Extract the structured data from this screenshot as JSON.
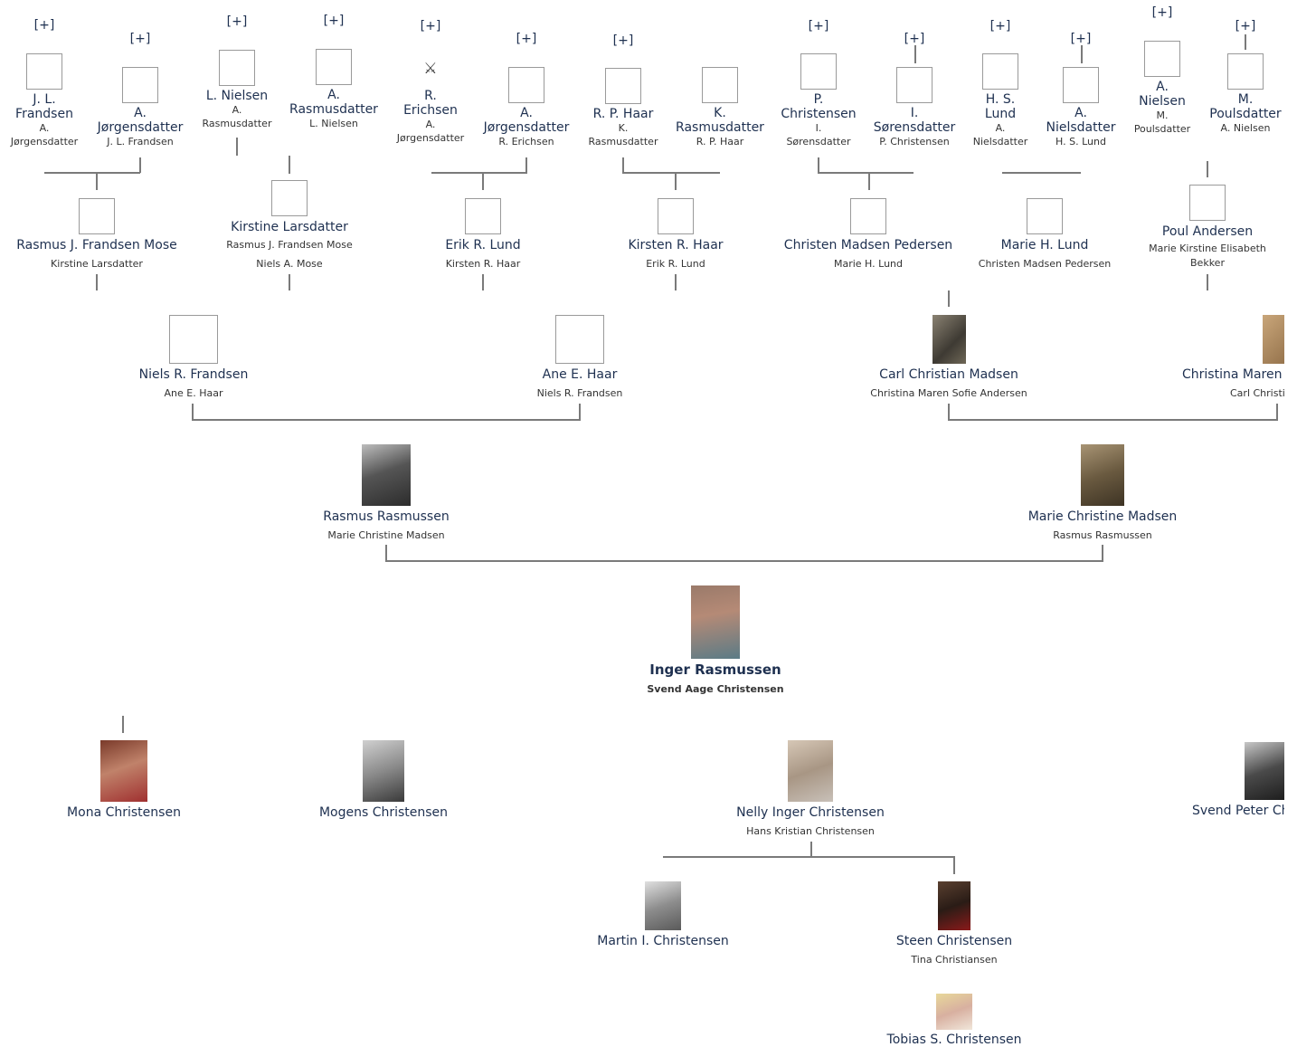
{
  "expand_label": "[+]",
  "gen5": [
    {
      "id": "g5_1",
      "name": [
        "J. L.",
        "Frandsen"
      ],
      "spouse": [
        "A.",
        "Jørgensdatter"
      ]
    },
    {
      "id": "g5_2",
      "name": [
        "A.",
        "Jørgensdatter"
      ],
      "spouse": [
        "J. L. Frandsen"
      ]
    },
    {
      "id": "g5_3",
      "name": [
        "L. Nielsen"
      ],
      "spouse": [
        "A.",
        "Rasmusdatter"
      ]
    },
    {
      "id": "g5_4",
      "name": [
        "A.",
        "Rasmusdatter"
      ],
      "spouse": [
        "L. Nielsen"
      ]
    },
    {
      "id": "g5_5",
      "name": [
        "R.",
        "Erichsen"
      ],
      "spouse": [
        "A.",
        "Jørgensdatter"
      ]
    },
    {
      "id": "g5_6",
      "name": [
        "A.",
        "Jørgensdatter"
      ],
      "spouse": [
        "R. Erichsen"
      ]
    },
    {
      "id": "g5_7",
      "name": [
        "R. P. Haar"
      ],
      "spouse": [
        "K.",
        "Rasmusdatter"
      ]
    },
    {
      "id": "g5_8",
      "name": [
        "K.",
        "Rasmusdatter"
      ],
      "spouse": [
        "R. P. Haar"
      ]
    },
    {
      "id": "g5_9",
      "name": [
        "P.",
        "Christensen"
      ],
      "spouse": [
        "I.",
        "Sørensdatter"
      ]
    },
    {
      "id": "g5_10",
      "name": [
        "I.",
        "Sørensdatter"
      ],
      "spouse": [
        "P. Christensen"
      ]
    },
    {
      "id": "g5_11",
      "name": [
        "H. S.",
        "Lund"
      ],
      "spouse": [
        "A.",
        "Nielsdatter"
      ]
    },
    {
      "id": "g5_12",
      "name": [
        "A.",
        "Nielsdatter"
      ],
      "spouse": [
        "H. S. Lund"
      ]
    },
    {
      "id": "g5_13",
      "name": [
        "A.",
        "Nielsen"
      ],
      "spouse": [
        "M.",
        "Poulsdatter"
      ]
    },
    {
      "id": "g5_14",
      "name": [
        "M.",
        "Poulsdatter"
      ],
      "spouse": [
        "A. Nielsen"
      ]
    }
  ],
  "gen4": [
    {
      "id": "g4_1",
      "name": "Rasmus J. Frandsen Mose",
      "spouse": [
        "Kirstine Larsdatter"
      ]
    },
    {
      "id": "g4_2",
      "name": "Kirstine Larsdatter",
      "spouse": [
        "Rasmus J. Frandsen Mose",
        "Niels A. Mose"
      ]
    },
    {
      "id": "g4_3",
      "name": "Erik R. Lund",
      "spouse": [
        "Kirsten R. Haar"
      ]
    },
    {
      "id": "g4_4",
      "name": "Kirsten R. Haar",
      "spouse": [
        "Erik R. Lund"
      ]
    },
    {
      "id": "g4_5",
      "name": "Christen Madsen Pedersen",
      "spouse": [
        "Marie H. Lund"
      ]
    },
    {
      "id": "g4_6",
      "name": "Marie H. Lund",
      "spouse": [
        "Christen Madsen Pedersen"
      ]
    },
    {
      "id": "g4_7",
      "name": "Poul Andersen",
      "spouse": [
        "Marie Kirstine Elisabeth",
        "Bekker"
      ]
    }
  ],
  "gen3": [
    {
      "id": "g3_1",
      "name": "Niels R. Frandsen",
      "spouse": "Ane E. Haar"
    },
    {
      "id": "g3_2",
      "name": "Ane E. Haar",
      "spouse": "Niels R. Frandsen"
    },
    {
      "id": "g3_3",
      "name": "Carl Christian Madsen",
      "spouse": "Christina Maren Sofie Andersen"
    },
    {
      "id": "g3_4",
      "name": "Christina Maren S",
      "spouse": "Carl Christian"
    }
  ],
  "gen2": [
    {
      "id": "g2_1",
      "name": "Rasmus Rasmussen",
      "spouse": "Marie Christine Madsen"
    },
    {
      "id": "g2_2",
      "name": "Marie Christine Madsen",
      "spouse": "Rasmus Rasmussen"
    }
  ],
  "focus": {
    "name": "Inger Rasmussen",
    "spouse": "Svend Aage Christensen"
  },
  "children": [
    {
      "id": "c1",
      "name": "Mona Christensen"
    },
    {
      "id": "c2",
      "name": "Mogens Christensen"
    },
    {
      "id": "c3",
      "name": "Nelly Inger Christensen",
      "spouse": "Hans Kristian Christensen"
    },
    {
      "id": "c4",
      "name": "Svend Peter Ch"
    }
  ],
  "grandchildren": [
    {
      "id": "gc1",
      "name": "Martin I. Christensen"
    },
    {
      "id": "gc2",
      "name": "Steen Christensen",
      "spouse": "Tina Christiansen"
    }
  ],
  "great_grandchildren": [
    {
      "id": "ggc1",
      "name": "Tobias S. Christensen"
    }
  ]
}
